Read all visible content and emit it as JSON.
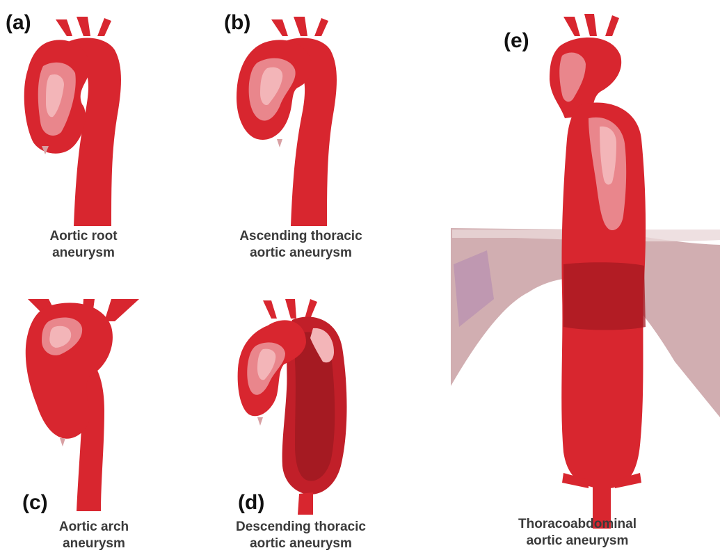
{
  "colors": {
    "aorta": "#d8262f",
    "aorta_dark": "#b51e28",
    "aneurysm_dark": "#a51a22",
    "highlight": "#f3b5b8",
    "highlight_soft": "#e9868c",
    "diaphragm": "#c9a0a3",
    "diaphragm_light": "#ead8d9",
    "caption_text": "#3a3a3a"
  },
  "panels": {
    "a": {
      "letter": "(a)",
      "caption_line1": "Aortic root",
      "caption_line2": "aneurysm"
    },
    "b": {
      "letter": "(b)",
      "caption_line1": "Ascending thoracic",
      "caption_line2": "aortic aneurysm"
    },
    "c": {
      "letter": "(c)",
      "caption_line1": "Aortic arch",
      "caption_line2": "aneurysm"
    },
    "d": {
      "letter": "(d)",
      "caption_line1": "Descending thoracic",
      "caption_line2": "aortic aneurysm"
    },
    "e": {
      "letter": "(e)",
      "caption_line1": "Thoracoabdominal",
      "caption_line2": "aortic aneurysm"
    }
  }
}
